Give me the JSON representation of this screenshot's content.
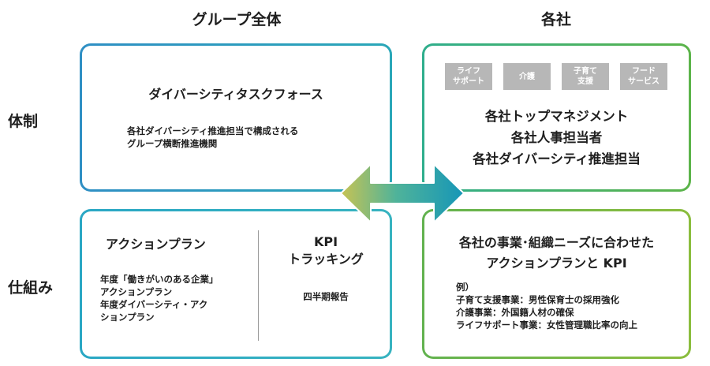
{
  "columns": {
    "group": "グループ全体",
    "companies": "各社"
  },
  "rows": {
    "structure": "体制",
    "mechanism": "仕組み"
  },
  "task_force": {
    "title": "ダイバーシティタスクフォース",
    "desc_line1": "各社ダイバーシティ推進担当で構成される",
    "desc_line2": "グループ横断推進機関"
  },
  "company_structure": {
    "tags": [
      {
        "line1": "ライフ",
        "line2": "サポート"
      },
      {
        "line1": "介護",
        "line2": ""
      },
      {
        "line1": "子育て",
        "line2": "支援"
      },
      {
        "line1": "フード",
        "line2": "サービス"
      }
    ],
    "lines": [
      "各社トップマネジメント",
      "各社人事担当者",
      "各社ダイバーシティ推進担当"
    ]
  },
  "group_mechanism": {
    "left_title": "アクションプラン",
    "left_lines": [
      "年度「働きがいのある企業」",
      "アクションプラン",
      "年度ダイバーシティ・アク",
      "ションプラン"
    ],
    "right_title_line1": "KPI",
    "right_title_line2": "トラッキング",
    "right_desc": "四半期報告"
  },
  "company_mechanism": {
    "title_line1": "各社の事業･組織ニーズに合わせた",
    "title_line2": "アクションプランと KPI",
    "example_label": "例）",
    "examples": [
      "子育て支援事業：男性保育士の採用強化",
      "介護事業：外国籍人材の確保",
      "ライフサポート事業：女性管理職比率の向上"
    ]
  },
  "colors": {
    "blue": "#2f8fc4",
    "teal": "#2aa7b8",
    "green": "#5cb44a",
    "lime": "#8bbd3e",
    "tag_gray": "#b7b7b7"
  }
}
